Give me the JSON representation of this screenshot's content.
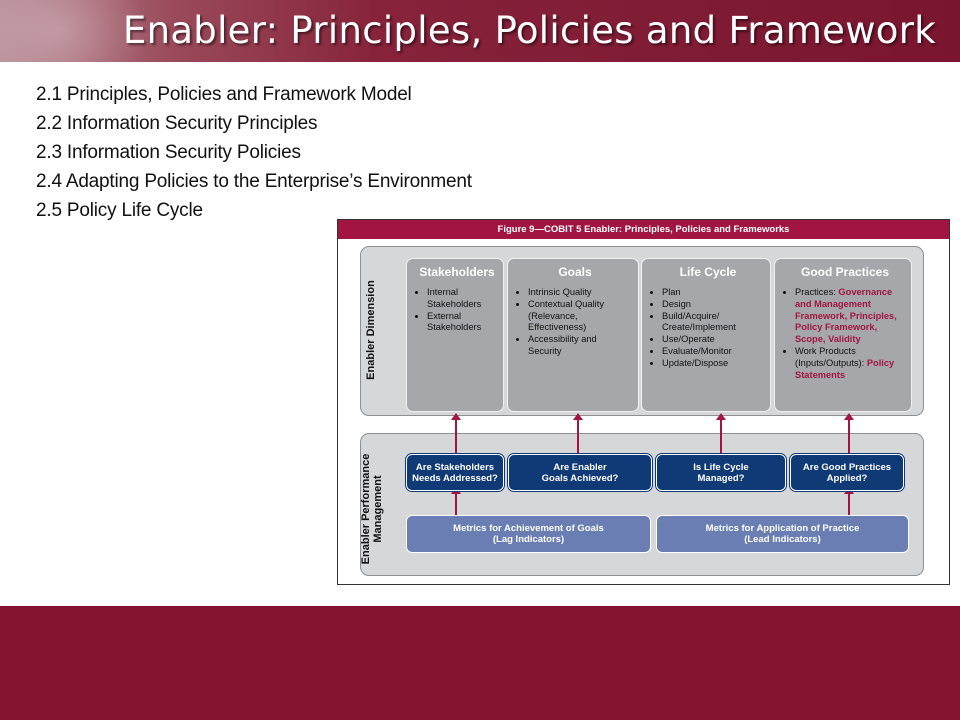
{
  "header": {
    "title": "Enabler: Principles, Policies and Framework"
  },
  "outline": [
    "2.1 Principles, Policies and Framework Model",
    "2.2 Information Security Principles",
    "2.3 Information Security Policies",
    "2.4 Adapting Policies to the Enterprise’s Environment",
    "2.5 Policy Life Cycle"
  ],
  "figure": {
    "title": "Figure 9—COBIT 5 Enabler: Principles, Policies and Frameworks",
    "dimension_label": "Enabler Dimension",
    "performance_label_line1": "Enabler Performance",
    "performance_label_line2": "Management",
    "boxes": [
      {
        "title": "Stakeholders",
        "items": [
          "Internal Stakeholders",
          "External Stakeholders"
        ]
      },
      {
        "title": "Goals",
        "items": [
          "Intrinsic Quality",
          "Contextual Quality (Relevance, Effectiveness)",
          "Accessibility and Security"
        ]
      },
      {
        "title": "Life Cycle",
        "items": [
          "Plan",
          "Design",
          "Build/Acquire/ Create/Implement",
          "Use/Operate",
          "Evaluate/Monitor",
          "Update/Dispose"
        ]
      },
      {
        "title": "Good Practices",
        "practices_label": "Practices: ",
        "practices_red": "Governance and Management Framework, Principles, Policy Framework, Scope, Validity",
        "work_label": "Work Products (Inputs/Outputs): ",
        "work_red": "Policy Statements"
      }
    ],
    "questions": [
      {
        "line1": "Are Stakeholders",
        "line2": "Needs Addressed?"
      },
      {
        "line1": "Are Enabler",
        "line2": "Goals Achieved?"
      },
      {
        "line1": "Is Life Cycle",
        "line2": "Managed?"
      },
      {
        "line1": "Are Good Practices",
        "line2": "Applied?"
      }
    ],
    "metrics": [
      {
        "line1": "Metrics for Achievement of Goals",
        "line2": "(Lag Indicators)"
      },
      {
        "line1": "Metrics for Application of Practice",
        "line2": "(Lead Indicators)"
      }
    ]
  }
}
